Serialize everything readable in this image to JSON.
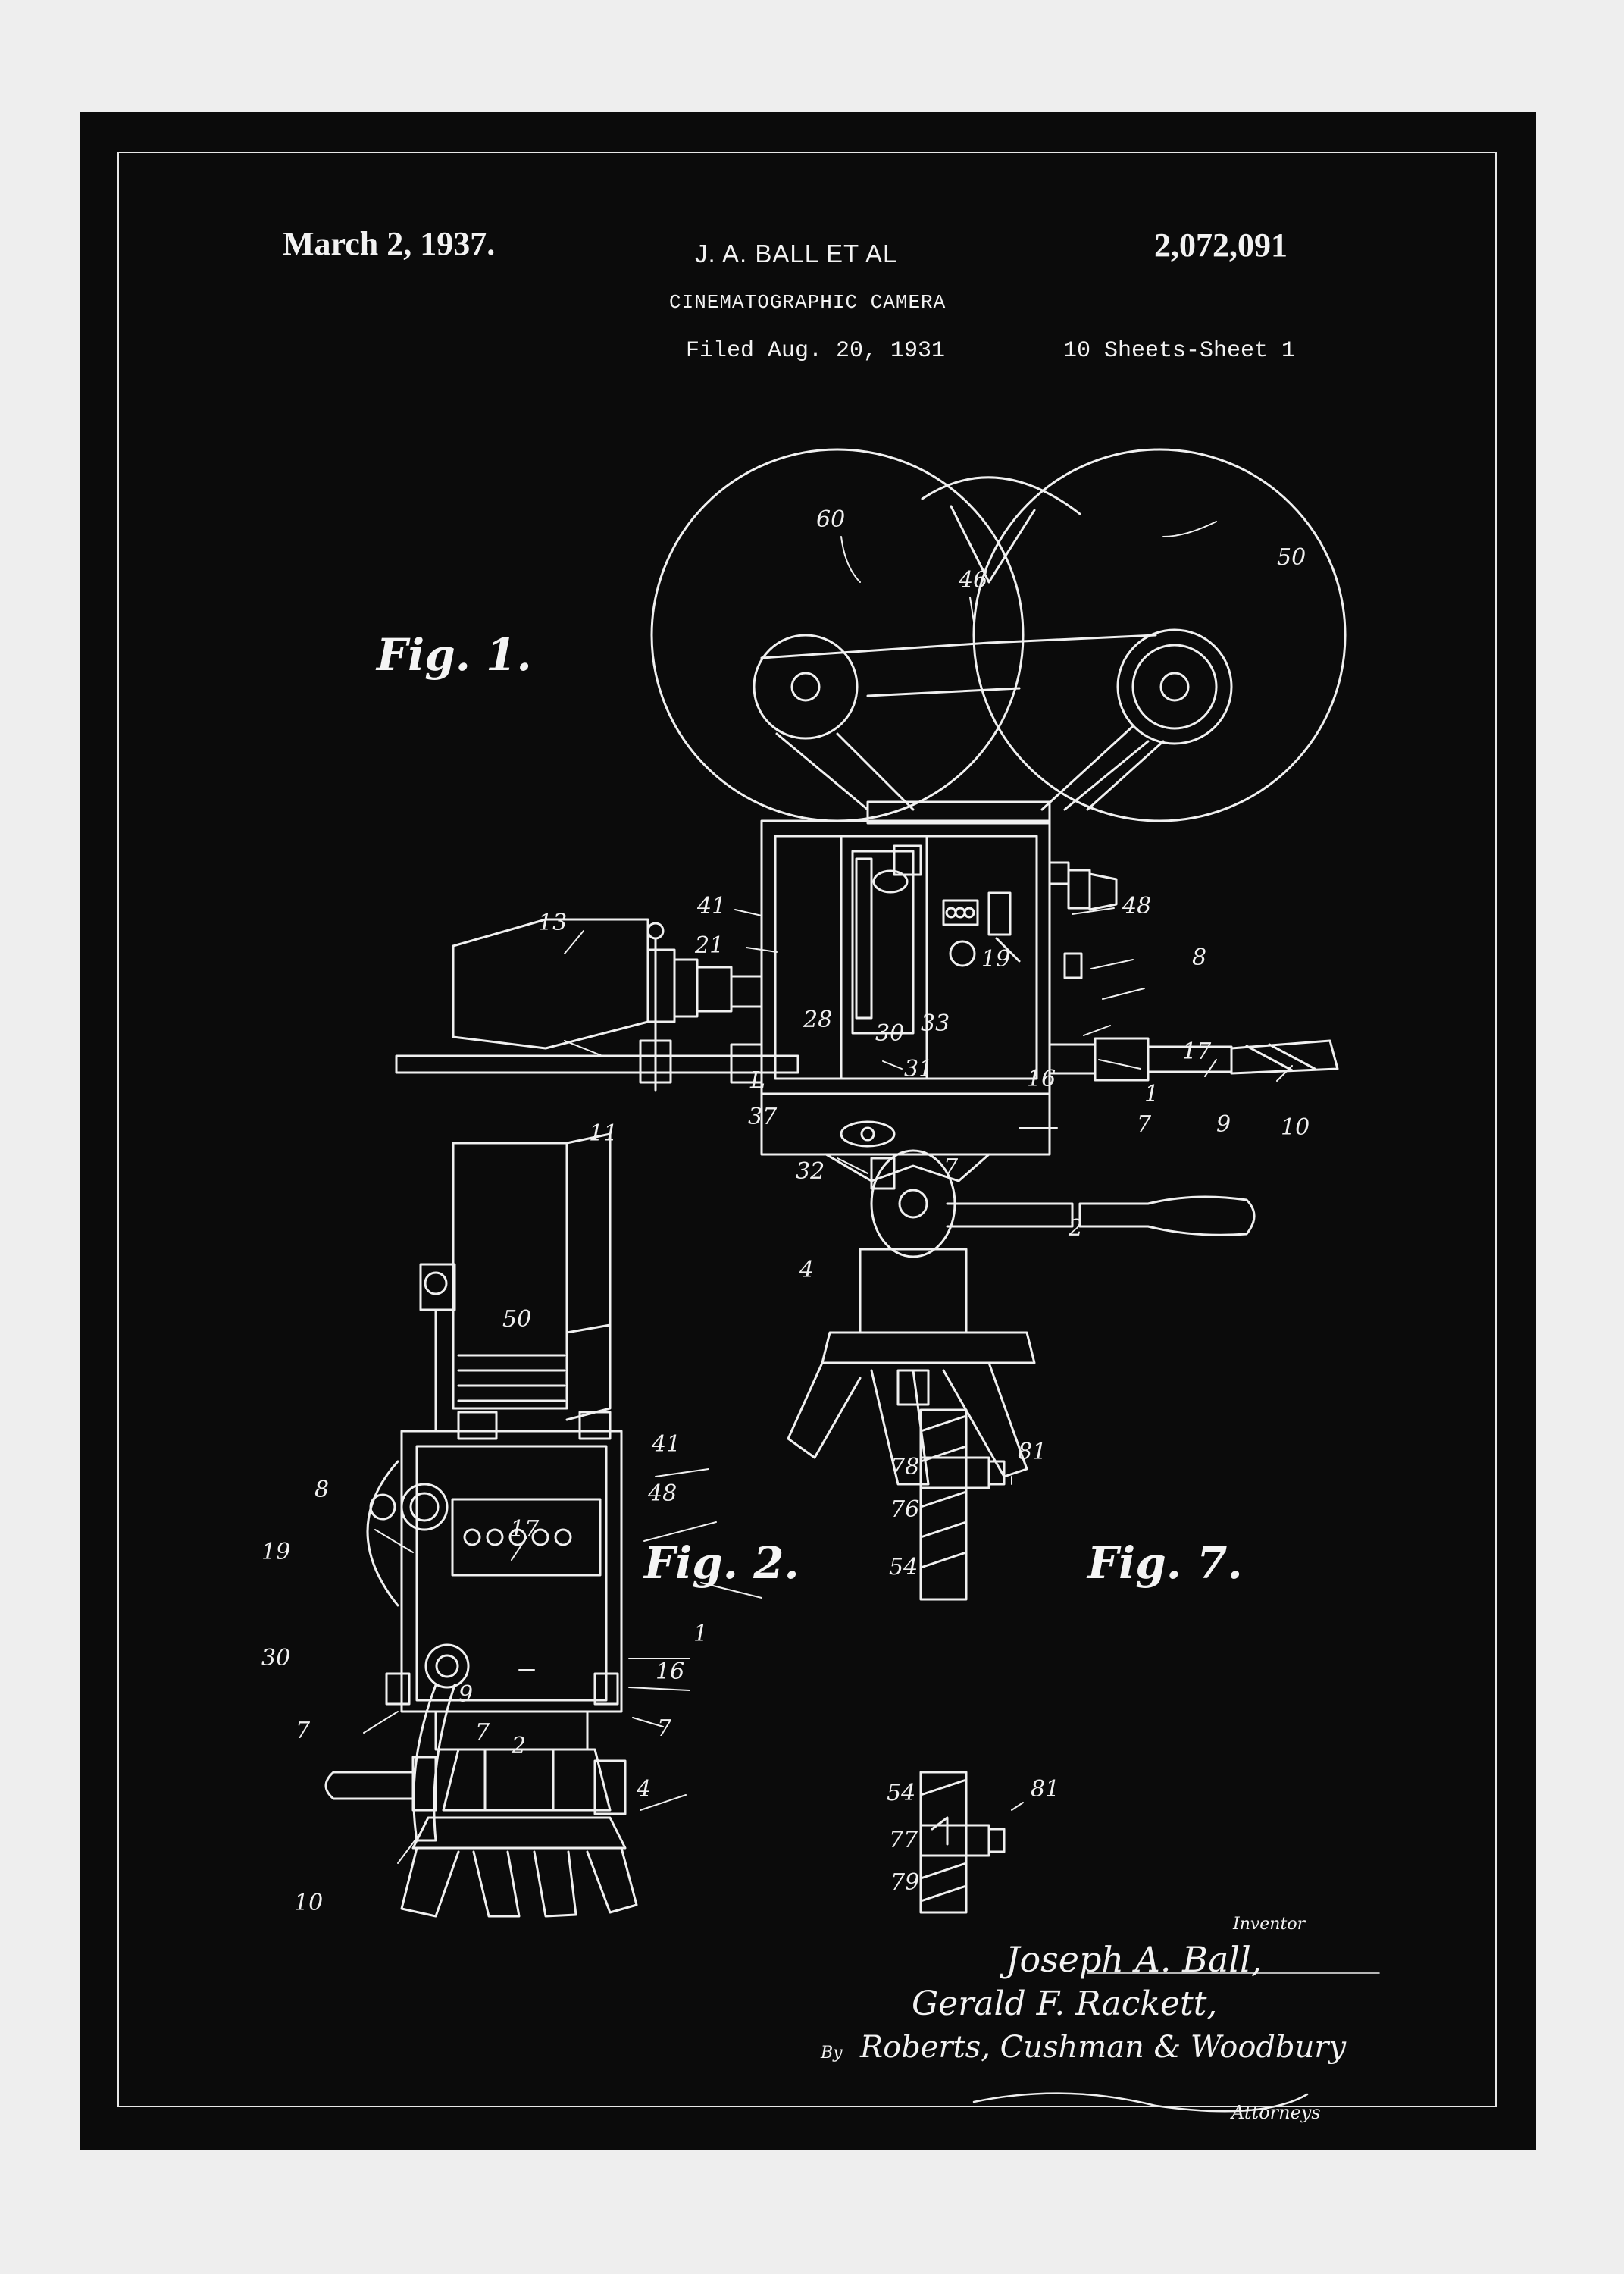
{
  "header": {
    "date": "March 2, 1937.",
    "inventors": "J. A. BALL ET AL",
    "patent_number": "2,072,091",
    "title": "CINEMATOGRAPHIC CAMERA",
    "filed": "Filed Aug. 20, 1931",
    "sheets": "10 Sheets-Sheet 1"
  },
  "figures": {
    "fig1": "Fig. 1.",
    "fig2": "Fig. 2.",
    "fig7": "Fig. 7."
  },
  "fig1_labels": [
    "60",
    "46",
    "50",
    "13",
    "41",
    "21",
    "48",
    "8",
    "19",
    "28",
    "30",
    "33",
    "31",
    "16",
    "17",
    "L",
    "37",
    "1",
    "7",
    "9",
    "10",
    "11",
    "32",
    "7",
    "2",
    "4"
  ],
  "fig2_labels": [
    "50",
    "41",
    "8",
    "48",
    "17",
    "19",
    "30",
    "1",
    "16",
    "9",
    "7",
    "7",
    "2",
    "7",
    "4",
    "10"
  ],
  "fig7_labels": [
    "78",
    "81",
    "76",
    "54",
    "54",
    "81",
    "77",
    "79"
  ],
  "signature": {
    "inventor_label": "Inventor",
    "name1": "Joseph A. Ball,",
    "name2": "Gerald F. Rackett,",
    "by": "By",
    "attorneys_sig": "Roberts, Cushman & Woodbury",
    "attorneys_label": "Attorneys"
  },
  "colors": {
    "background": "#0b0b0b",
    "ink": "#f2f2f2",
    "mat": "#eeeeee"
  }
}
